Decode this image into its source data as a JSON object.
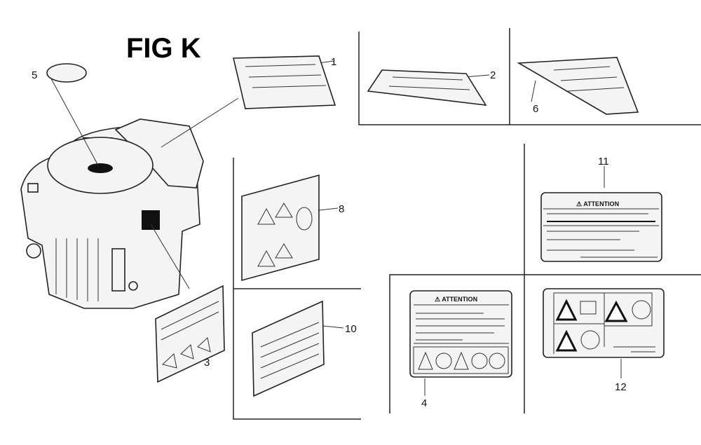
{
  "figure": {
    "title": "FIG K"
  },
  "callouts": {
    "p1": "1",
    "p2": "2",
    "p3": "3",
    "p4": "4",
    "p5": "5",
    "p6": "6",
    "p8": "8",
    "p10": "10",
    "p11": "11",
    "p12": "12"
  },
  "decals": {
    "attention_4": "⚠ ATTENTION",
    "attention_11": "⚠ ATTENTION"
  }
}
